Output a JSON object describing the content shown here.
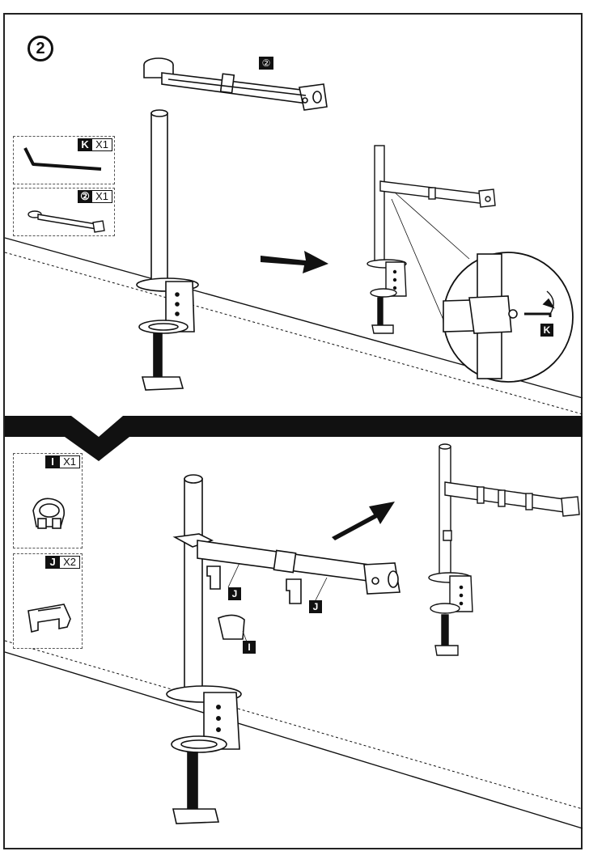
{
  "step": {
    "number": "2"
  },
  "top_section": {
    "arm_label": "②",
    "parts": [
      {
        "letter": "K",
        "qty": "X1",
        "name": "hex-key"
      },
      {
        "letter": "②",
        "qty": "X1",
        "name": "monitor-arm"
      }
    ],
    "callout_label": "K"
  },
  "bottom_section": {
    "parts": [
      {
        "letter": "I",
        "qty": "X1",
        "name": "cable-clip-round"
      },
      {
        "letter": "J",
        "qty": "X2",
        "name": "cable-clip-square"
      }
    ],
    "labels": {
      "j1": "J",
      "j2": "J",
      "i": "I"
    }
  },
  "colors": {
    "line": "#111111",
    "accent": "#1a1a1a",
    "background": "#ffffff"
  }
}
